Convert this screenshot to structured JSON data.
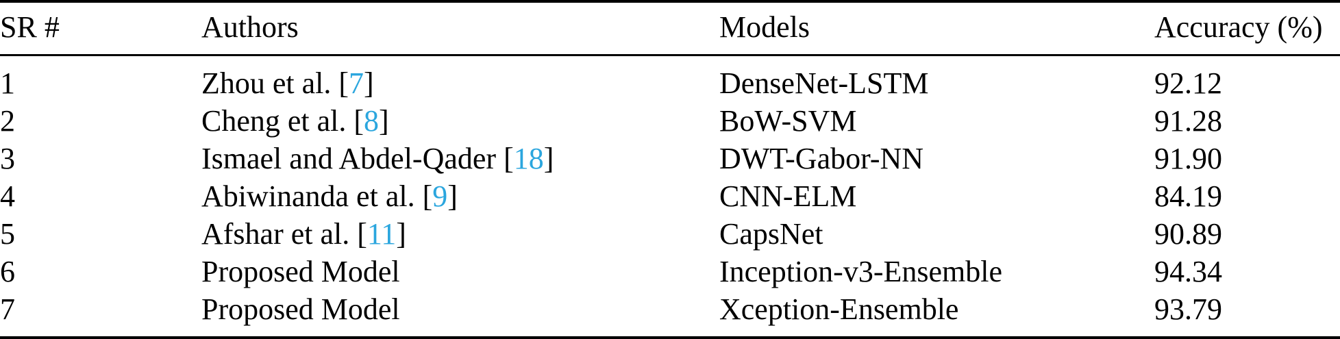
{
  "table": {
    "columns": [
      {
        "key": "sr",
        "label": "SR #"
      },
      {
        "key": "authors",
        "label": "Authors"
      },
      {
        "key": "models",
        "label": "Models"
      },
      {
        "key": "accuracy",
        "label": "Accuracy (%)"
      }
    ],
    "citation_color": "#2BA6DE",
    "rows": [
      {
        "sr": "1",
        "author_name": "Zhou et al.",
        "citation": "7",
        "models": "DenseNet-LSTM",
        "accuracy": "92.12"
      },
      {
        "sr": "2",
        "author_name": "Cheng et al.",
        "citation": "8",
        "models": "BoW-SVM",
        "accuracy": "91.28"
      },
      {
        "sr": "3",
        "author_name": "Ismael and Abdel-Qader",
        "citation": "18",
        "models": "DWT-Gabor-NN",
        "accuracy": "91.90"
      },
      {
        "sr": "4",
        "author_name": "Abiwinanda et al.",
        "citation": "9",
        "models": "CNN-ELM",
        "accuracy": "84.19"
      },
      {
        "sr": "5",
        "author_name": "Afshar et al.",
        "citation": "11",
        "models": "CapsNet",
        "accuracy": "90.89"
      },
      {
        "sr": "6",
        "author_name": "Proposed Model",
        "citation": "",
        "models": "Inception-v3-Ensemble",
        "accuracy": "94.34"
      },
      {
        "sr": "7",
        "author_name": "Proposed Model",
        "citation": "",
        "models": "Xception-Ensemble",
        "accuracy": "93.79"
      }
    ]
  }
}
